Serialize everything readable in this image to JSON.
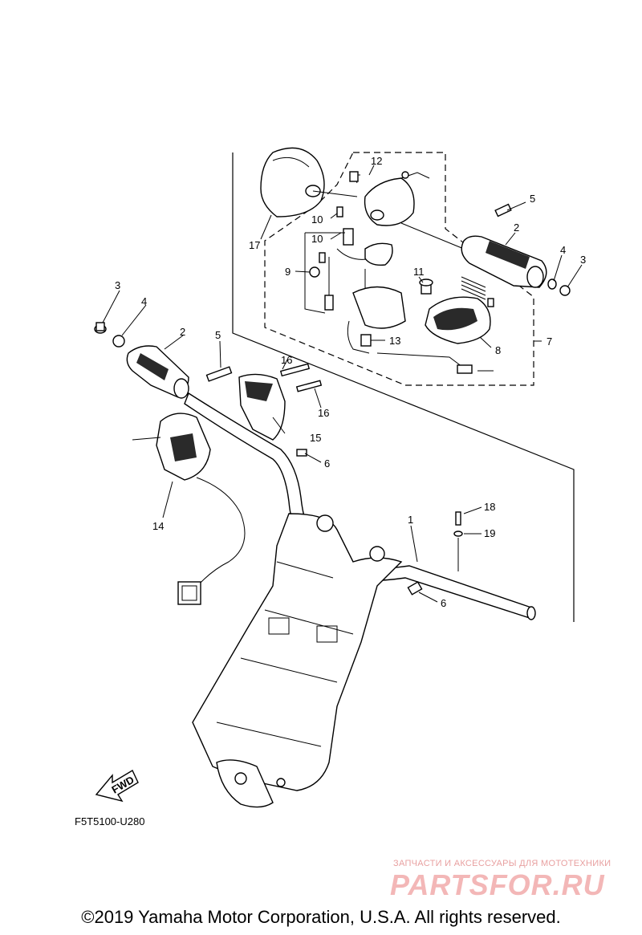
{
  "diagram": {
    "callouts": [
      "1",
      "2",
      "2",
      "3",
      "3",
      "4",
      "4",
      "5",
      "5",
      "6",
      "6",
      "7",
      "8",
      "9",
      "10",
      "10",
      "11",
      "12",
      "13",
      "14",
      "15",
      "16",
      "16",
      "17",
      "18",
      "19"
    ],
    "fwd_label": "FWD",
    "figure_code": "F5T5100-U280"
  },
  "watermark": {
    "subtitle": "ЗАПЧАСТИ И АКСЕССУАРЫ ДЛЯ МОТОТЕХНИКИ",
    "logo": "PARTSFOR.RU"
  },
  "footer": {
    "copyright": "©2019 Yamaha Motor Corporation, U.S.A. All rights reserved."
  }
}
